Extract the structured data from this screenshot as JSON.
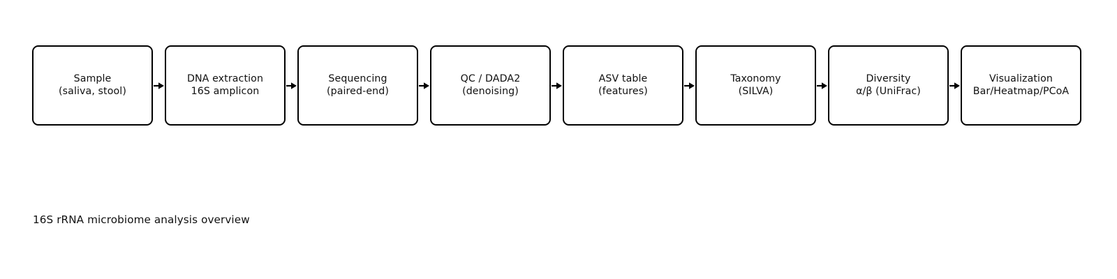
{
  "figure": {
    "caption": "16S rRNA microbiome analysis overview",
    "background_color": "#ffffff",
    "stroke_color": "#000000",
    "text_color": "#111111",
    "orientation": "left-to-right"
  },
  "flow": {
    "arrow_glyph": "arrow-right",
    "nodes": [
      {
        "line1": "Sample",
        "line2": "(saliva, stool)"
      },
      {
        "line1": "DNA extraction",
        "line2": "16S amplicon"
      },
      {
        "line1": "Sequencing",
        "line2": "(paired-end)"
      },
      {
        "line1": "QC / DADA2",
        "line2": "(denoising)"
      },
      {
        "line1": "ASV table",
        "line2": "(features)"
      },
      {
        "line1": "Taxonomy",
        "line2": "(SILVA)"
      },
      {
        "line1": "Diversity",
        "line2": "α/β (UniFrac)"
      },
      {
        "line1": "Visualization",
        "line2": "Bar/Heatmap/PCoA"
      }
    ]
  }
}
